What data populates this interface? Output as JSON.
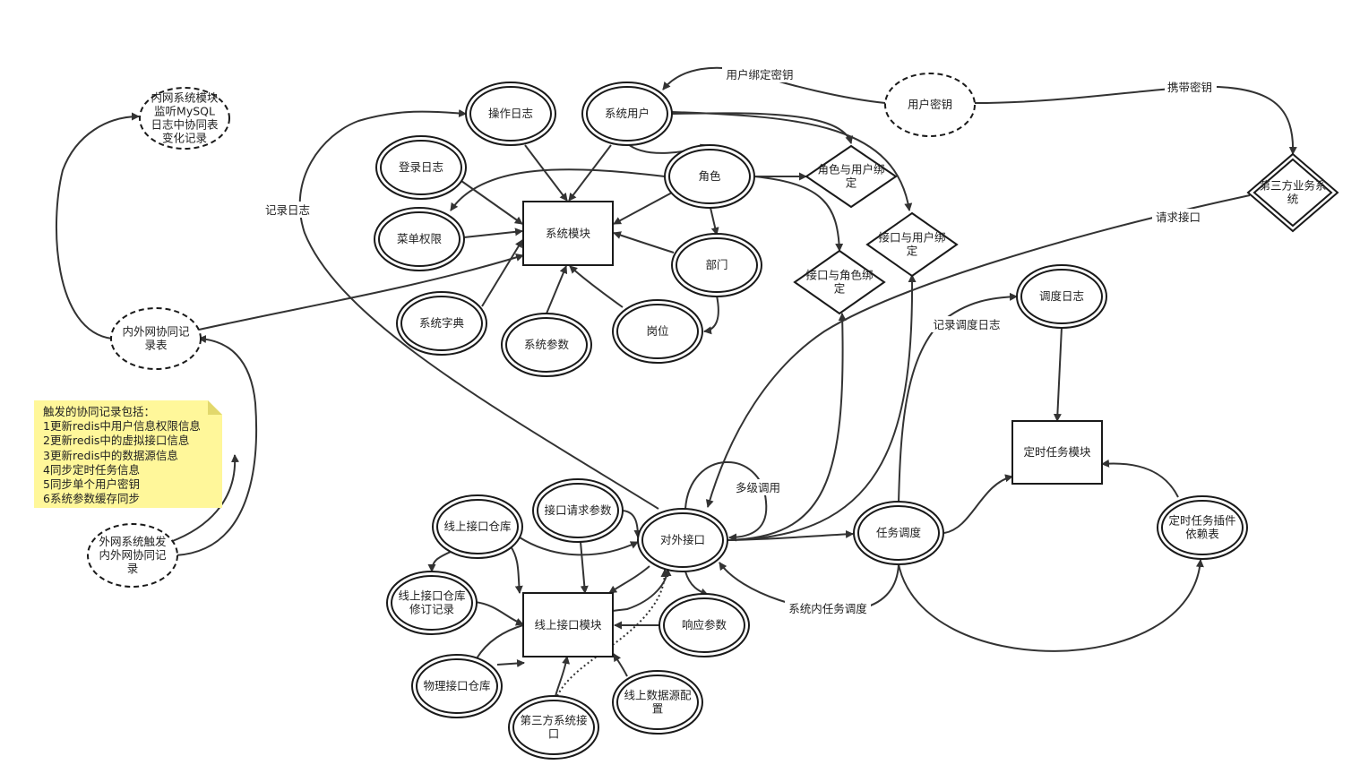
{
  "nodes": {
    "czrz": "操作日志",
    "xtyh": "系统用户",
    "yhmy": "用户密钥",
    "nwjk": "内网系统模块\n监听MySQL\n日志中协同表\n变化记录",
    "dlrz": "登录日志",
    "js": "角色",
    "jsyhbd": "角色与用户绑\n定",
    "dsfyw": "第三方业务系\n统",
    "cdqx": "菜单权限",
    "xtmk": "系统模块",
    "bm": "部门",
    "jkyhbd": "接口与用户绑\n定",
    "jkjsbd": "接口与角色绑\n定",
    "ddrz": "调度日志",
    "xtzd": "系统字典",
    "xtcs": "系统参数",
    "gw": "岗位",
    "nwxtjl": "内外网协同记\n录表",
    "dsrwmk": "定时任务模块",
    "jkqqcs": "接口请求参数",
    "xsjkck": "线上接口仓库",
    "dwjk": "对外接口",
    "rwdd": "任务调度",
    "dsrwcj": "定时任务插件\n依赖表",
    "wwcf": "外网系统触发\n内外网协同记\n录",
    "xsjkckxd": "线上接口仓库\n修订记录",
    "xsjkmk": "线上接口模块",
    "xycs": "响应参数",
    "wljkck": "物理接口仓库",
    "xssjy": "线上数据源配\n置",
    "dsfxtjk": "第三方系统接\n口"
  },
  "edge_labels": {
    "bind_key": "用户绑定密钥",
    "carry_key": "携带密钥",
    "record_log": "记录日志",
    "request_api": "请求接口",
    "record_sched_log": "记录调度日志",
    "multi_call": "多级调用",
    "internal_sched": "系统内任务调度"
  },
  "note": {
    "title": "触发的协同记录包括：",
    "items": [
      "1更新redis中用户信息权限信息",
      "2更新redis中的虚拟接口信息",
      "3更新redis中的数据源信息",
      "4同步定时任务信息",
      "5同步单个用户密钥",
      "6系统参数缓存同步"
    ]
  },
  "colors": {
    "stroke": "#1a1a1a",
    "edge": "#333333",
    "note_fill": "#fff79a",
    "note_fold": "#e2d86c",
    "background": "#ffffff"
  }
}
